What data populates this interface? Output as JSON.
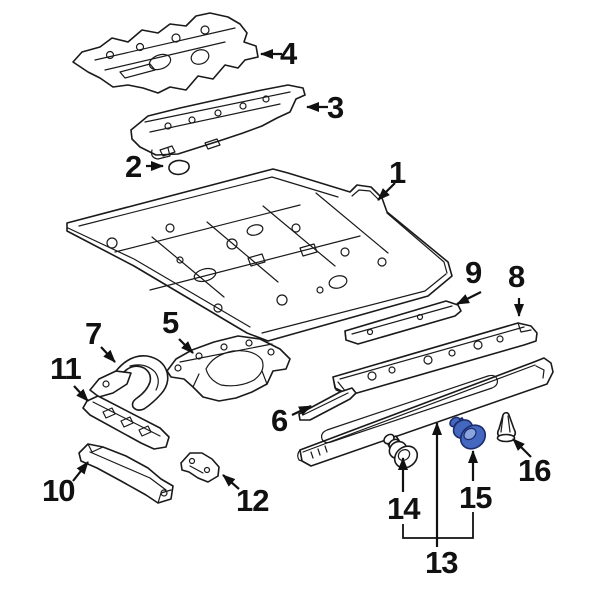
{
  "diagram": {
    "type": "exploded-parts-diagram",
    "background": "#ffffff",
    "line_color": "#1a1a1a",
    "highlighted_callout": "15",
    "highlight_colors": {
      "fill": "#4468bf",
      "stroke": "#1d2c6e",
      "light": "#8aa4e0"
    },
    "callouts": [
      {
        "num": "1"
      },
      {
        "num": "2"
      },
      {
        "num": "3"
      },
      {
        "num": "4"
      },
      {
        "num": "5"
      },
      {
        "num": "6"
      },
      {
        "num": "7"
      },
      {
        "num": "8"
      },
      {
        "num": "9"
      },
      {
        "num": "10"
      },
      {
        "num": "11"
      },
      {
        "num": "12"
      },
      {
        "num": "13"
      },
      {
        "num": "14"
      },
      {
        "num": "15"
      },
      {
        "num": "16"
      }
    ]
  }
}
